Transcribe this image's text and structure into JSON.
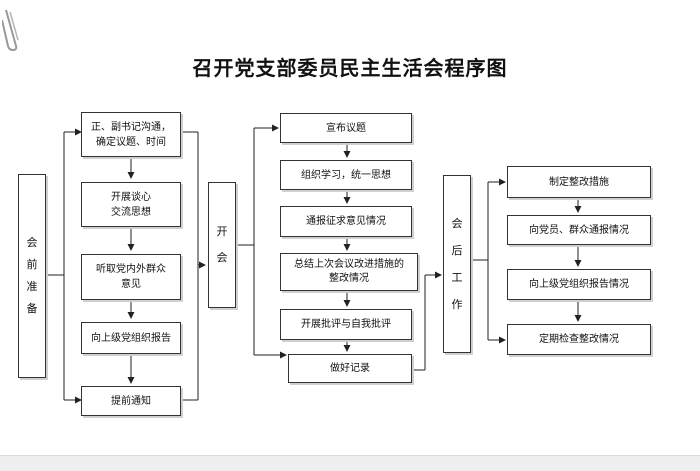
{
  "title": "召开党支部委员民主生活会程序图",
  "stages": {
    "prep": [
      "会",
      "前",
      "准",
      "备"
    ],
    "open": [
      "开",
      "会"
    ],
    "post": [
      "会",
      "后",
      "工",
      "作"
    ]
  },
  "prep_steps": [
    "正、副书记沟通，\n确定议题、时间",
    "开展谈心\n交流思想",
    "听取党内外群众\n意见",
    "向上级党组织报告",
    "提前通知"
  ],
  "meeting_steps": [
    "宣布议题",
    "组织学习，统一思想",
    "通报征求意见情况",
    "总结上次会议改进措施的\n整改情况",
    "开展批评与自我批评",
    "做好记录"
  ],
  "post_steps": [
    "制定整改措施",
    "向党员、群众通报情况",
    "向上级党组织报告情况",
    "定期检查整改情况"
  ]
}
